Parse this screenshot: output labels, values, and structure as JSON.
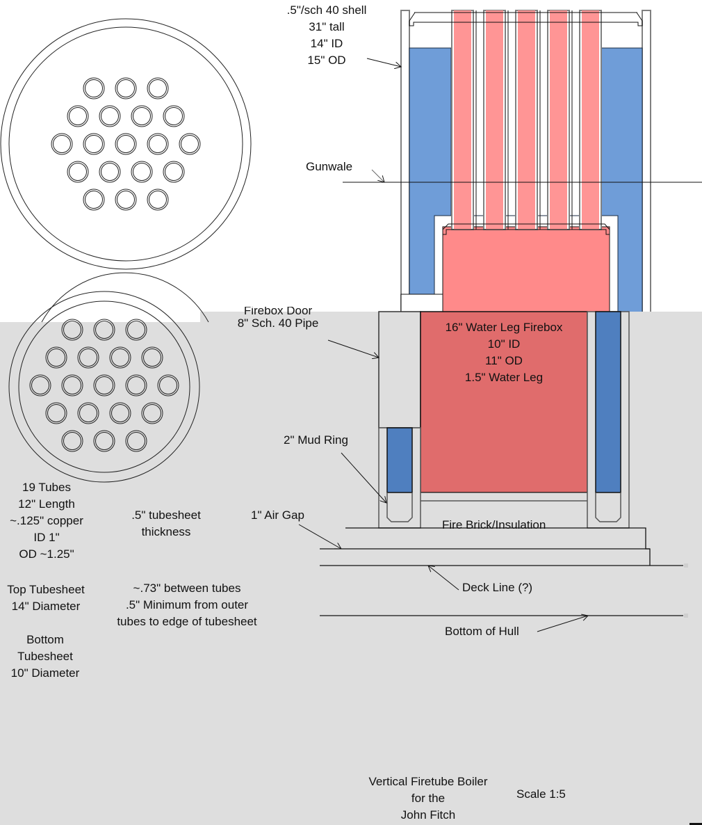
{
  "title_block": {
    "title_lines": [
      "Vertical Firetube Boiler",
      "for the",
      "John Fitch"
    ],
    "scale": "Scale 1:5"
  },
  "colors": {
    "water": "#6f9dd8",
    "water_shaded": "#4f7fbf",
    "fire_tube": "#ff9595",
    "firebox": "#ff8a8a",
    "firebox_shaded": "#e06c6c",
    "overlay": "#dedede",
    "line": "#111111",
    "metal": "#808080"
  },
  "tubesheet_views": {
    "top": {
      "name": "Top Tubesheet",
      "tube_rows": [
        3,
        4,
        5,
        4,
        3
      ]
    },
    "bottom": {
      "name": "Bottom Tubesheet",
      "tube_rows": [
        3,
        4,
        5,
        4,
        3
      ]
    }
  },
  "labels": {
    "shell": [
      ".5\"/sch 40 shell",
      "31\" tall",
      "14\" ID",
      "15\" OD"
    ],
    "gunwale": [
      "Gunwale"
    ],
    "firebox_door": [
      "Firebox Door",
      "8\" Sch. 40 Pipe"
    ],
    "firebox": [
      "16\" Water Leg Firebox",
      "10\" ID",
      "11\" OD",
      "1.5\" Water Leg"
    ],
    "mud_ring": [
      "2\" Mud Ring"
    ],
    "air_gap": [
      "1\" Air Gap"
    ],
    "fire_brick": [
      "Fire Brick/Insulation"
    ],
    "deck_line": [
      "Deck Line (?)"
    ],
    "bottom_of_hull": [
      "Bottom of Hull"
    ],
    "tubes": [
      "19 Tubes",
      "12\" Length",
      "~.125\" copper",
      "ID 1\"",
      "OD ~1.25\""
    ],
    "tubesheet_thickness": [
      ".5\" tubesheet",
      "thickness"
    ],
    "top_tubesheet": [
      "Top Tubesheet",
      "14\" Diameter"
    ],
    "spacing": [
      "~.73\" between tubes",
      ".5\" Minimum from outer",
      "tubes to edge of tubesheet"
    ],
    "bottom_tubesheet": [
      "Bottom",
      "Tubesheet",
      "10\" Diameter"
    ]
  }
}
